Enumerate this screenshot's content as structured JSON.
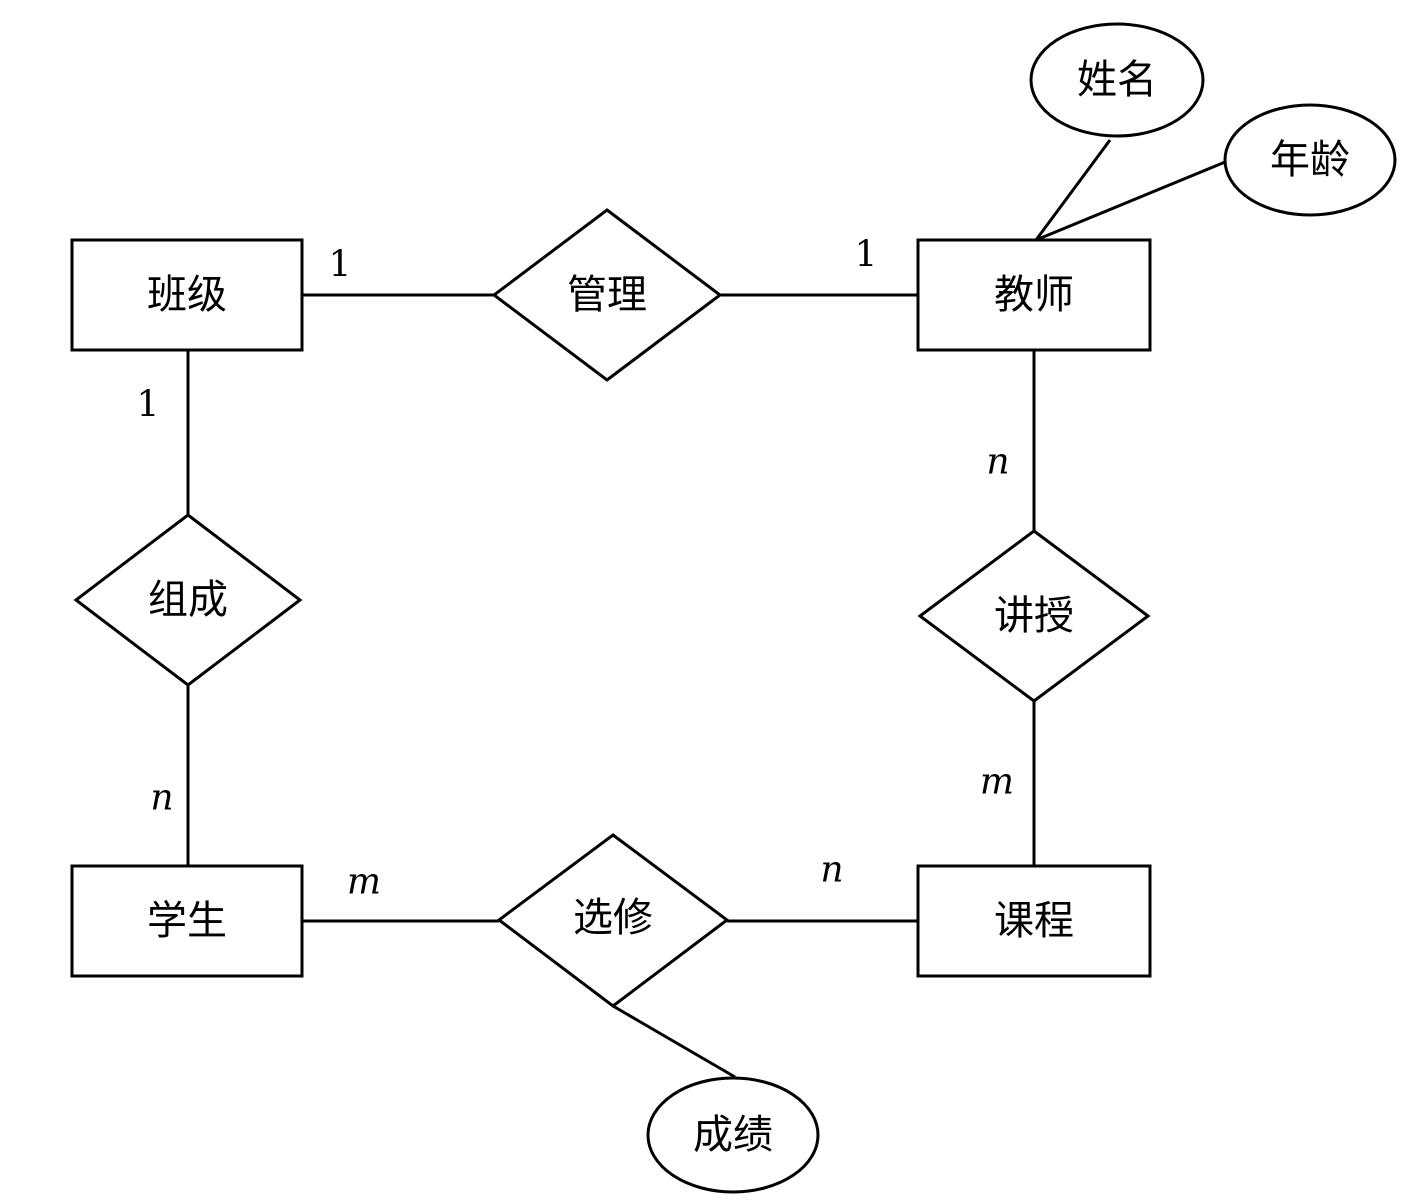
{
  "diagram": {
    "entities": {
      "class": "班级",
      "teacher": "教师",
      "student": "学生",
      "course": "课程"
    },
    "relationships": {
      "manage": "管理",
      "compose": "组成",
      "teach": "讲授",
      "enroll": "选修"
    },
    "attributes": {
      "name": "姓名",
      "age": "年龄",
      "grade": "成绩"
    },
    "cardinalities": {
      "class_manage": "1",
      "teacher_manage": "1",
      "class_compose": "1",
      "student_compose": "n",
      "teacher_teach": "n",
      "course_teach": "m",
      "student_enroll": "m",
      "course_enroll": "n"
    }
  }
}
